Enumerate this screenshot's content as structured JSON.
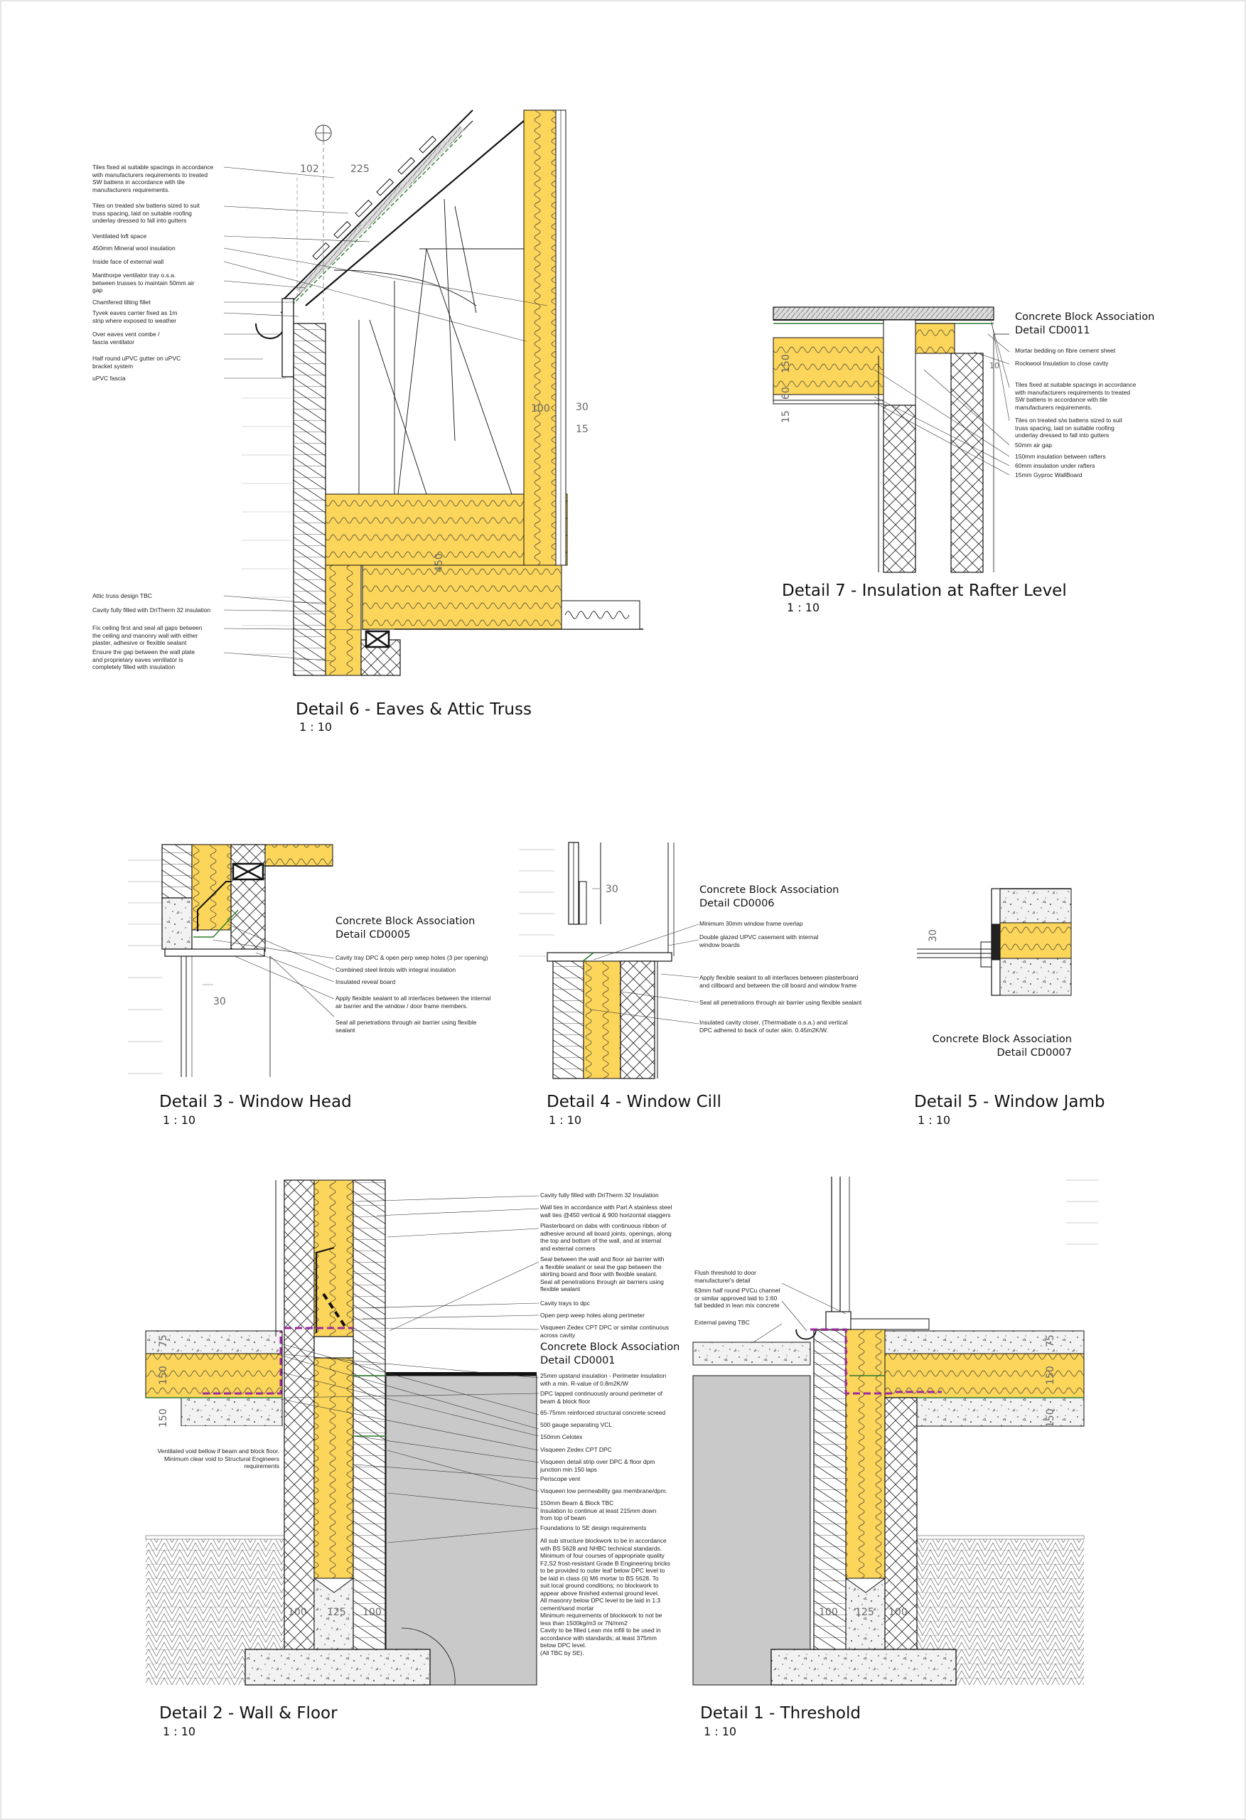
{
  "colors": {
    "insulation": "#fcd55b",
    "concrete": "#ebebeb",
    "ground": "#c9c9c9",
    "dpc_green": "#2d7d2d",
    "membrane_purple": "#9c2a9c",
    "line": "#111111"
  },
  "details": {
    "d6": {
      "title": "Detail 6 - Eaves & Attic Truss",
      "scale": "1 : 10",
      "dims": {
        "a": "102",
        "b": "225",
        "c": "100",
        "d": "30",
        "e": "15",
        "f": "450"
      },
      "notes": [
        "Tiles fixed at suitable spacings in accordance\nwith manufacturers requirements to treated\nSW battens in accordance with tile\nmanufacturers requirements.",
        "Tiles on treated s/w battens sized to suit\ntruss spacing, laid on suitable roofing\nunderlay dressed to fall into gutters",
        "Ventilated loft space",
        "450mm Mineral wool insulation",
        "Inside face of external wall",
        "Manthorpe ventilator tray o.s.a.\nbetween trusses to maintain 50mm air\ngap",
        "Chamfered tilting fillet",
        "Tyvek eaves carrier fixed as 1m\nstrip where exposed to weather",
        "Over eaves vent combe /\nfascia ventilator",
        "Half round uPVC gutter on uPVC\nbracket system",
        "uPVC fascia",
        "Attic truss design TBC",
        "Cavity fully filled with DriTherm 32 insulation",
        "Fix ceiling first and seal all gaps between\nthe ceiling and manonry wall with either\nplaster, adhesive or flexible sealant",
        "Ensure the gap between the wall plate\nand proprietary eaves ventilator is\ncompletely filled with insulation"
      ]
    },
    "d7": {
      "title": "Detail 7 - Insulation at Rafter Level",
      "scale": "1 : 10",
      "cba": "Concrete Block Association\nDetail CD0011",
      "dims": {
        "a": "150",
        "b": "60",
        "c": "15",
        "d": "10"
      },
      "notes": [
        "Mortar bedding on fibre cement sheet",
        "Rockwool Insulation to close cavity",
        "Tiles fixed at suitable spacings in accordance\nwith manufacturers requirements to treated\nSW battens in accordance with tile\nmanufacturers requirements.",
        "Tiles on treated s/w battens sized to suit\ntruss spacing, laid on suitable roofing\nunderlay dressed to fall into gutters",
        "50mm air gap",
        "150mm insulation between rafters",
        "60mm insulation under rafters",
        "15mm Gyproc WallBoard"
      ]
    },
    "d3": {
      "title": "Detail 3 - Window Head",
      "scale": "1 : 10",
      "cba": "Concrete Block Association\nDetail CD0005",
      "dims": {
        "a": "30"
      },
      "notes": [
        "Cavity tray DPC & open perp weep holes (3 per opening)",
        "Combined steel lintols with integral insulation",
        "Insulated reveal board",
        "Apply flexible sealant to all interfaces between the internal\nair barrier and the window / door frame members.",
        "Seal all penetrations through air barrier using flexible\nsealant"
      ]
    },
    "d4": {
      "title": "Detail 4 - Window Cill",
      "scale": "1 : 10",
      "cba": "Concrete Block Association\nDetail CD0006",
      "dims": {
        "a": "30"
      },
      "notes": [
        "Minimum 30mm window frame overlap",
        "Double glazed UPVC casement with internal\nwindow boards",
        "Apply flexible sealant to all interfaces between plasterboard\nand cillboard and between the cill board and window frame",
        "Seal all penetrations through air barrier using flexible sealant",
        "Insulated cavity closer, (Thermabate o.s.a.) and vertical\nDPC adhered to back of outer skin. 0.45m2K/W."
      ]
    },
    "d5": {
      "title": "Detail 5 - Window Jamb",
      "scale": "1 : 10",
      "cba": "Concrete Block Association\nDetail CD0007",
      "dims": {
        "a": "30"
      }
    },
    "d2": {
      "title": "Detail 2 - Wall & Floor",
      "scale": "1 : 10",
      "cba": "Concrete Block Association\nDetail CD0001",
      "dims": {
        "a": "75",
        "b": "150",
        "c": "150",
        "d": "100",
        "e": "125",
        "f": "100"
      },
      "left_note": "Ventilated void bellow if beam and block floor.\nMinimum clear void to Structural Engineers\nrequirements",
      "notes_top": [
        "Cavity fully filled with DriTherm 32 Insulation",
        "Wall ties in accordance with Part A stainless steel\nwall ties @450 vertical & 900 horizontal staggers",
        "Plasterboard on dabs with continuous ribbon of\nadhesive around all board joints, openings, along\nthe top and bottom of the wall, and at internal\nand external corners",
        "Seal between the wall and floor air barrier with\na flexible sealant or seal the gap between the\nskirting board and floor with flexible sealant.\nSeal all penetrations through air barriers using\nflexible sealant",
        "Cavity trays to dpc",
        "Open perp weep holes along perimeter",
        "Visqueen Zedex CPT DPC or similar continuous\nacross cavity"
      ],
      "notes_bottom": [
        "25mm upstand insulation - Perimeter insulation\nwith a min. R-value of 0.8m2K/W",
        "DPC lapped continuously around perimeter of\nbeam & block floor",
        "65-75mm reinforced structural concrete screed",
        "500 gauge separating VCL",
        "150mm Celotex",
        "Visqueen Zedex CPT DPC",
        "Visqueen detail strip over DPC & floor dpm\njunction min 150 laps",
        "Periscope vent",
        "Visqueen low permeability gas membrane/dpm.",
        "150mm Beam & Block TBC\nInsulation to continue at least 215mm down\nfrom top of beam",
        "Foundations to SE design requirements",
        "All sub structure blockwork to be in accordance\nwith BS 5628 and NHBC technical standards.\nMinimum of four courses of appropriate quality\nF2,S2 frost-resistant Grade B Engineering bricks\nto be provided to outer leaf below DPC level to\nbe laid in class (ii) M6 mortar to BS 5628. To\nsuit local ground conditions; no blockwork to\nappear above finished external ground level.\nAll masonry below DPC level to be laid in 1:3\ncement/sand mortar\nMinimum requirements of blockwork to not be\nless than 1500kg/m3 or 7N/mm2\nCavity to be filled Lean mix infill to be used in\naccordance with standards; at least 375mm\nbelow DPC level.\n(All TBC by SE)."
      ]
    },
    "d1": {
      "title": "Detail 1 - Threshold",
      "scale": "1 : 10",
      "dims": {
        "a": "75",
        "b": "150",
        "c": "150",
        "d": "100",
        "e": "125",
        "f": "100"
      },
      "notes": [
        "Flush threshold to door\nmanufacturer's detail",
        "63mm half round PVCu channel\nor similar approved laid to 1:60\nfall bedded in lean mix concrete",
        "External paving TBC"
      ]
    }
  }
}
